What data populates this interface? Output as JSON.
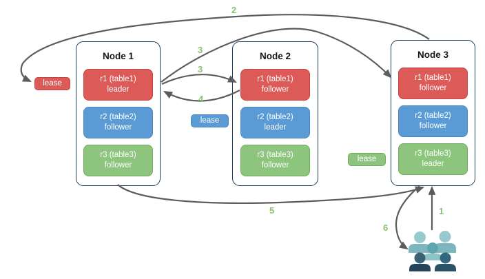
{
  "diagram": {
    "title_visible": false,
    "nodes": [
      {
        "title": "Node 1",
        "replicas": [
          {
            "name": "r1 (table1)",
            "role": "leader",
            "color": "red"
          },
          {
            "name": "r2 (table2)",
            "role": "follower",
            "color": "blue"
          },
          {
            "name": "r3 (table3)",
            "role": "follower",
            "color": "green"
          }
        ]
      },
      {
        "title": "Node 2",
        "replicas": [
          {
            "name": "r1 (table1)",
            "role": "follower",
            "color": "red"
          },
          {
            "name": "r2 (table2)",
            "role": "leader",
            "color": "blue"
          },
          {
            "name": "r3 (table3)",
            "role": "follower",
            "color": "green"
          }
        ]
      },
      {
        "title": "Node 3",
        "replicas": [
          {
            "name": "r1 (table1)",
            "role": "follower",
            "color": "red"
          },
          {
            "name": "r2 (table2)",
            "role": "follower",
            "color": "blue"
          },
          {
            "name": "r3 (table3)",
            "role": "leader",
            "color": "green"
          }
        ]
      }
    ],
    "leases": [
      {
        "label": "lease",
        "color": "red"
      },
      {
        "label": "lease",
        "color": "blue"
      },
      {
        "label": "lease",
        "color": "green"
      }
    ],
    "steps": {
      "1": "1",
      "2": "2",
      "3a": "3",
      "3b": "3",
      "4": "4",
      "5": "5",
      "6": "6"
    },
    "edges": [
      {
        "step": "1",
        "from": "clients",
        "to": "node3-bottom"
      },
      {
        "step": "2",
        "from": "node3-top",
        "to": "red-lease"
      },
      {
        "step": "3",
        "from": "node1-r1-leader",
        "to": "node3-r1-follower"
      },
      {
        "step": "3",
        "from": "node1-r1-leader",
        "to": "node2-r1-follower"
      },
      {
        "step": "4",
        "from": "node2-r1-follower",
        "to": "node1-r1-leader"
      },
      {
        "step": "5",
        "from": "node1-bottom",
        "to": "node3-bottom"
      },
      {
        "step": "6",
        "from": "node3-bottom",
        "to": "clients"
      }
    ],
    "icons": {
      "users_group": "users-group-icon"
    },
    "colors": {
      "red_fill": "#DC5B59",
      "red_border": "#C64542",
      "blue_fill": "#5B9BD5",
      "blue_border": "#4A86C5",
      "green_fill": "#8EC57E",
      "green_border": "#6EAC5C",
      "node_border": "#1F3A57",
      "arrow": "#5C5C5C",
      "step_label": "#8CBF6F",
      "people_back": "#7DB6BE",
      "people_back_head": "#97C9CF",
      "people_center_head": "#5FA5AF",
      "people_center_body": "#8FC3CA",
      "people_front_dark": "#24455A",
      "people_front_teal": "#2B5265"
    }
  }
}
